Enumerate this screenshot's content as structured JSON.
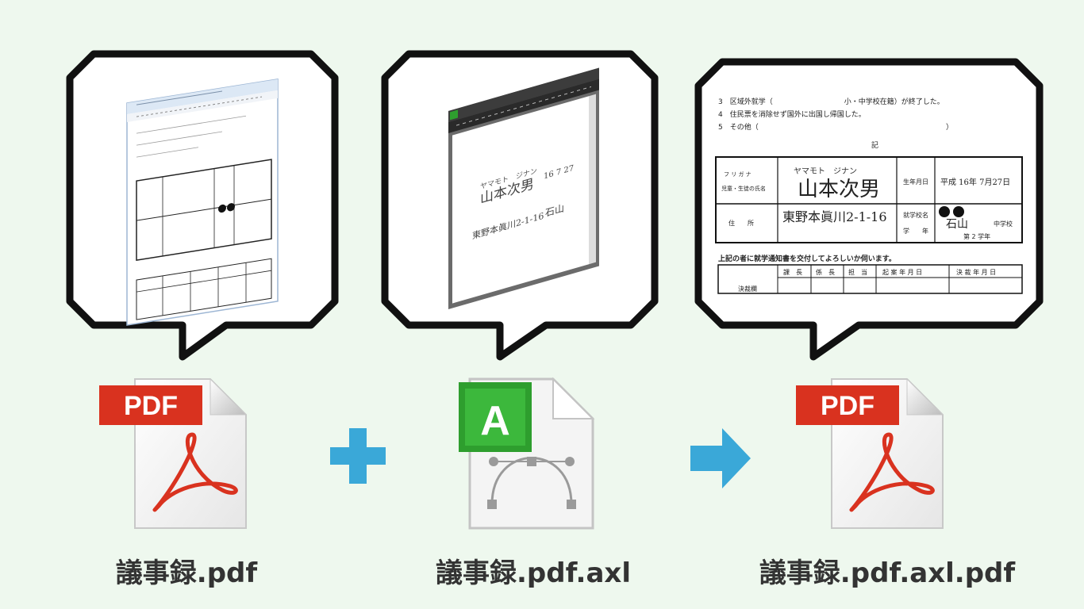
{
  "colors": {
    "background": "#eef8ee",
    "pdf_red": "#d9321f",
    "axl_green": "#2e9e2e",
    "plus_blue": "#3aa8d8",
    "arrow_blue": "#3aa8d8"
  },
  "steps": [
    {
      "caption": "議事録.pdf",
      "icon": "pdf-file-icon",
      "icon_label": "PDF",
      "preview": "skewed-pdf-viewer-screenshot"
    },
    {
      "caption": "議事録.pdf.axl",
      "icon": "axl-file-icon",
      "icon_label": "A",
      "preview": "skewed-axl-editor-screenshot",
      "handwriting": {
        "furigana": "ヤマモト　ジナン",
        "name": "山本次男",
        "date": "16 7 27",
        "address": "東野本眞川2-1-16",
        "school": "石山"
      }
    },
    {
      "caption": "議事録.pdf.axl.pdf",
      "icon": "pdf-file-icon",
      "icon_label": "PDF",
      "preview": "flattened-pdf-document",
      "document": {
        "line3": "3　区域外就学（　　　　　　　　　　小・中学校在籍）が終了した。",
        "line4": "4　住民票を消除せず国外に出国し帰国した。",
        "line5": "5　その他（",
        "line5_close": "）",
        "ki": "記",
        "furigana_label": "フ リ ガ ナ",
        "name_label": "児童・生徒の氏名",
        "handwritten_furigana": "ヤマモト　ジナン",
        "handwritten_name": "山本次男",
        "birth_label": "生年月日",
        "birth_value": "平成 16年 7月27日",
        "address_label": "住　　所",
        "handwritten_address": "東野本眞川2-1-16",
        "school_label": "就学校名",
        "grade_label": "学　　年",
        "handwritten_school": "石山",
        "school_suffix": "中学校",
        "grade_value": "第 2 学年",
        "request": "上記の者に就学通知書を交付してよろしいか伺います。",
        "approval_label": "決裁欄",
        "cols": [
          "課　長",
          "係　長",
          "担　当",
          "起 案 年 月 日",
          "決 裁 年 月 日"
        ]
      }
    }
  ],
  "operators": {
    "plus": "plus-icon",
    "arrow": "right-arrow-icon"
  }
}
